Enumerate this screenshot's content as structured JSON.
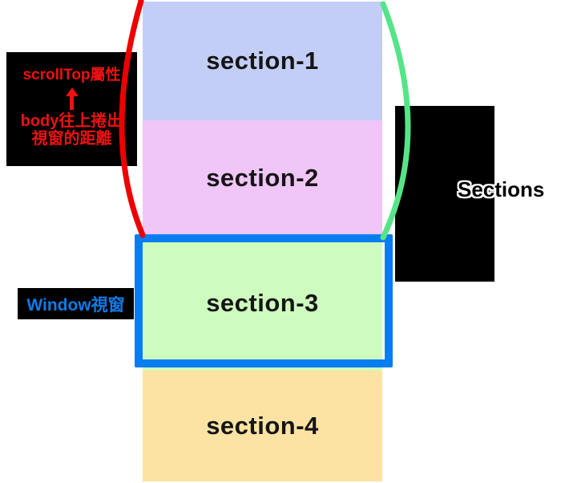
{
  "sections": [
    {
      "label": "section-1",
      "color": "#c3cef7"
    },
    {
      "label": "section-2",
      "color": "#f0c5f8"
    },
    {
      "label": "section-3",
      "color": "#cdfcbe"
    },
    {
      "label": "section-4",
      "color": "#fde3a3"
    }
  ],
  "scrolltop_annotation": {
    "title": "scrollTop屬性",
    "arrow_icon": "up-arrow",
    "desc_line1": "body往上捲出",
    "desc_line2": "視窗的距離",
    "text_color": "#ee1111",
    "box_color": "#000000"
  },
  "window_annotation": {
    "label": "Window視窗",
    "text_color": "#0d7ce8",
    "frame_color": "#087df2"
  },
  "right_annotation": {
    "label": "Sections",
    "box_color": "#000000"
  },
  "arcs": {
    "left_brace_color": "#ee0000",
    "right_brace_color": "#55e588"
  }
}
